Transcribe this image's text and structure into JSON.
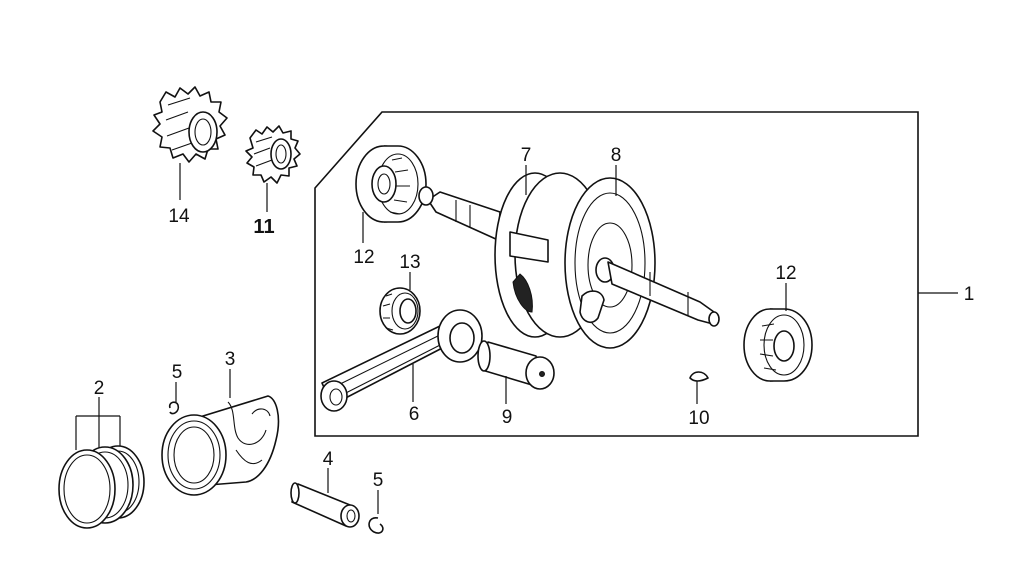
{
  "labels": {
    "crankshaft_assembly": "1",
    "piston_rings": "2",
    "piston": "3",
    "piston_pin": "4",
    "clip_upper": "5",
    "clip_lower": "5",
    "connecting_rod": "6",
    "crank_web_left": "7",
    "crank_web_right": "8",
    "crank_pin": "9",
    "key": "10",
    "gear_small": "11",
    "bearing_left": "12",
    "bearing_right": "12",
    "needle_bearing": "13",
    "gear_large": "14"
  },
  "colors": {
    "line": "#111111",
    "background": "#ffffff"
  }
}
